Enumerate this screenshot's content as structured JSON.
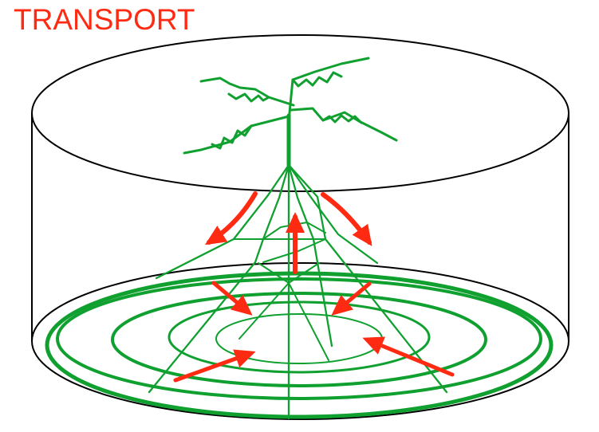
{
  "title": "TRANSPORT",
  "colors": {
    "title": "#ff2a12",
    "arrow": "#ff2a12",
    "plant": "#10a030",
    "outline": "#000000",
    "background": "#ffffff"
  },
  "diagram": {
    "container": "cylinder",
    "top_element": "branching-shoot",
    "bottom_element": "concentric-rings",
    "arrow_count": 7
  }
}
